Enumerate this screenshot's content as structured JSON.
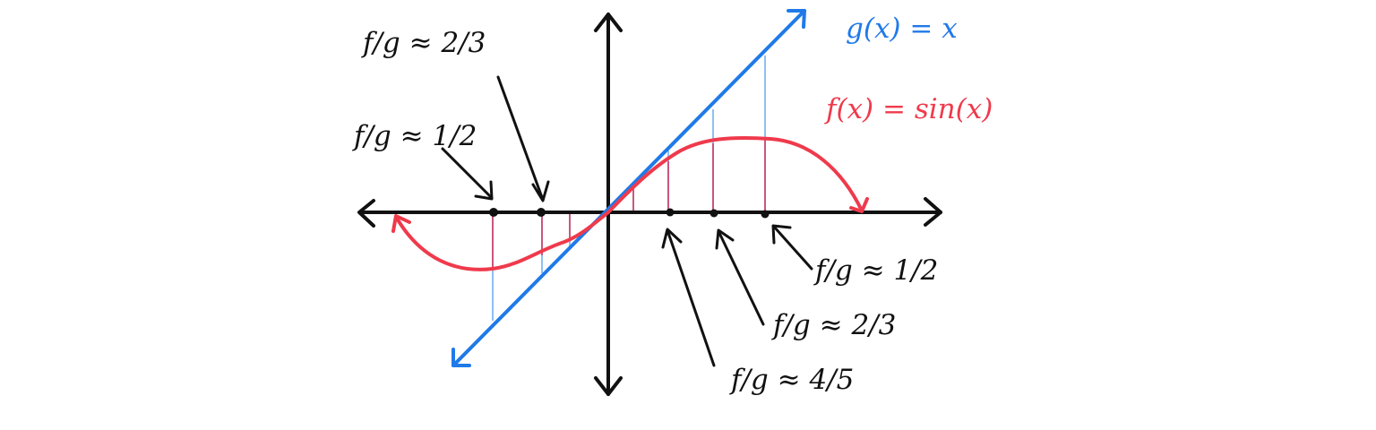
{
  "colors": {
    "axis": "#111111",
    "g_line": "#1f7ae8",
    "f_curve": "#ef3a4c",
    "drop_blue": "#8ec0f4",
    "drop_pink": "#c9577d"
  },
  "curves": {
    "g_label": "g(x) = x",
    "f_label": "f(x) = sin(x)"
  },
  "annotations": {
    "left_top": "f/g ≈ 2/3",
    "left_mid": "f/g ≈ 1/2",
    "right_1": "f/g ≈ 1/2",
    "right_2": "f/g ≈ 2/3",
    "right_3": "f/g ≈ 4/5"
  }
}
